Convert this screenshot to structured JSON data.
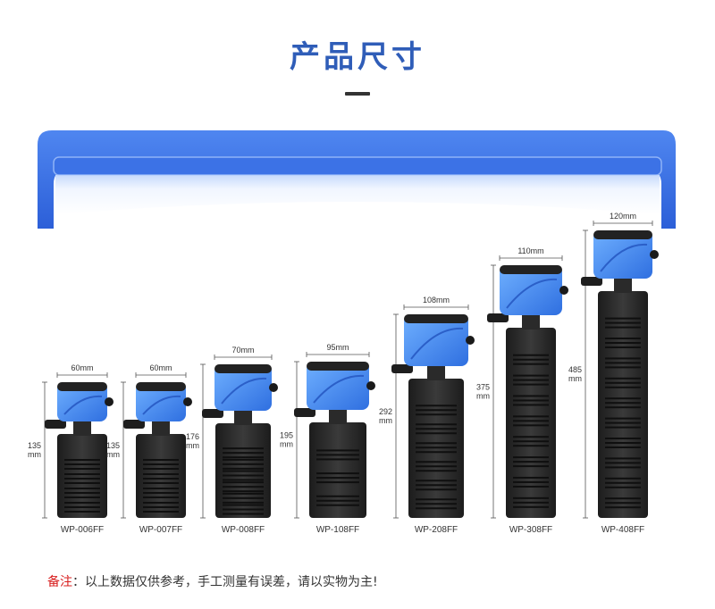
{
  "header": {
    "title": "产品尺寸"
  },
  "products": [
    {
      "model": "WP-006FF",
      "width_label": "60mm",
      "height_value": "135",
      "height_unit": "mm"
    },
    {
      "model": "WP-007FF",
      "width_label": "60mm",
      "height_value": "135",
      "height_unit": "mm"
    },
    {
      "model": "WP-008FF",
      "width_label": "70mm",
      "height_value": "176",
      "height_unit": "mm"
    },
    {
      "model": "WP-108FF",
      "width_label": "95mm",
      "height_value": "195",
      "height_unit": "mm"
    },
    {
      "model": "WP-208FF",
      "width_label": "108mm",
      "height_value": "292",
      "height_unit": "mm"
    },
    {
      "model": "WP-308FF",
      "width_label": "110mm",
      "height_value": "375",
      "height_unit": "mm"
    },
    {
      "model": "WP-408FF",
      "width_label": "120mm",
      "height_value": "485",
      "height_unit": "mm"
    }
  ],
  "note": {
    "label": "备注",
    "separator": "：",
    "text": "以上数据仅供参考，手工测量有误差，请以实物为主!"
  },
  "colors": {
    "title": "#2f5db8",
    "shelf_blue": "#3b6fe0",
    "pump_blue": "#4a8ff0",
    "body_dark": "#2a2a2a",
    "note_label": "#d81e1e"
  },
  "icons": {
    "pump": "aquarium-filter-pump-icon"
  }
}
